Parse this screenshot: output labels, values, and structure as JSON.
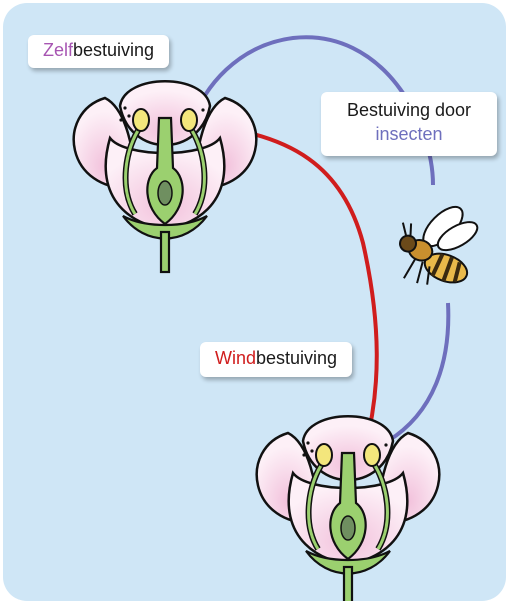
{
  "labels": {
    "self_pollination": {
      "highlight": "Zelf",
      "rest": "bestuiving"
    },
    "insect_pollination": {
      "line1": "Bestuiving door",
      "line2": "insecten"
    },
    "wind_pollination": {
      "highlight": "Wind",
      "rest": "bestuiving"
    }
  },
  "colors": {
    "background": "#cfe6f6",
    "self_arrow": "#a755b2",
    "insect_arrow": "#6e6fbd",
    "wind_arrow": "#d01d1d",
    "petal": "#fbeaf3",
    "stem": "#9bd06f",
    "anther": "#f3e67c"
  },
  "icons": [
    "flower-illustration",
    "bee-illustration",
    "arrow"
  ]
}
